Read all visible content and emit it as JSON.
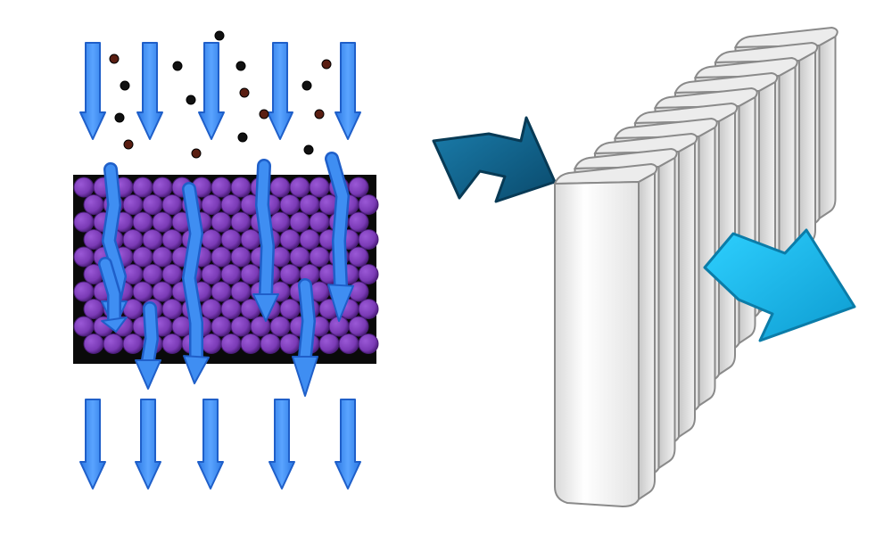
{
  "colors": {
    "background": "#ffffff",
    "flow_arrow": "#3f8ef2",
    "flow_arrow_edge": "#1f5fc9",
    "media_box": "#0a0a0a",
    "media_bead": "#7a3ab5",
    "media_bead_shade": "#4a1d78",
    "particle_black": "#111111",
    "particle_brown": "#5a1e12",
    "inlet_arrow": "#0f5f86",
    "outlet_arrow": "#12b4e8",
    "plate": "#f4f4f4",
    "plate_edge": "#8a8a8a"
  },
  "icons": [
    "downward-flow-arrow",
    "contaminant-particle",
    "filter-media-bead",
    "inlet-arrow",
    "outlet-arrow",
    "filter-plate"
  ],
  "counts": {
    "inlet_flow_arrows": 5,
    "outlet_flow_arrows": 5,
    "winding_flow_arrows": 7,
    "contaminant_particles": 16,
    "filter_plates": 10
  }
}
